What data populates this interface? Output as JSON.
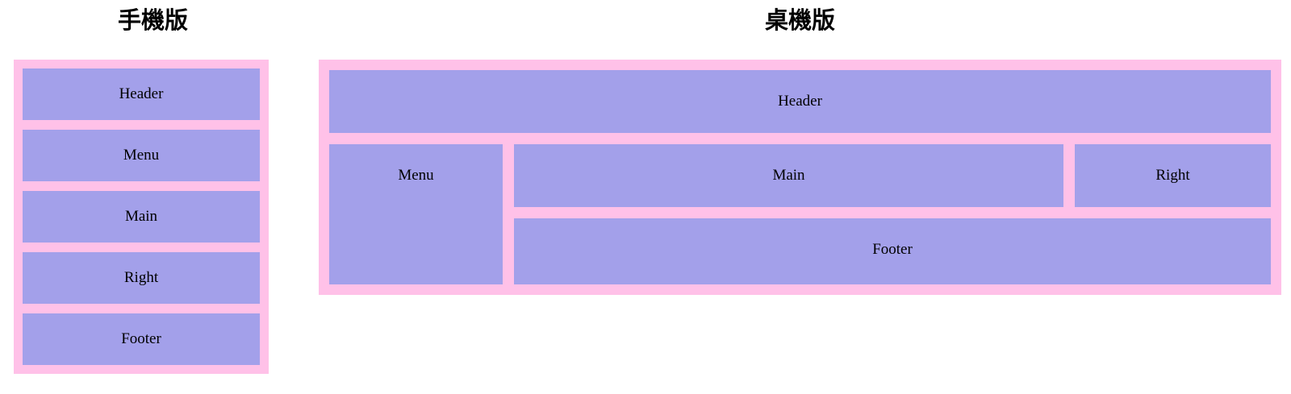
{
  "colors": {
    "container_pink": "#ffc1e8",
    "box_purple": "#a3a0ea",
    "text": "#000000"
  },
  "mobile": {
    "title": "手機版",
    "boxes": [
      {
        "label": "Header"
      },
      {
        "label": "Menu"
      },
      {
        "label": "Main"
      },
      {
        "label": "Right"
      },
      {
        "label": "Footer"
      }
    ]
  },
  "desktop": {
    "title": "桌機版",
    "header_label": "Header",
    "menu_label": "Menu",
    "main_label": "Main",
    "right_label": "Right",
    "footer_label": "Footer"
  }
}
